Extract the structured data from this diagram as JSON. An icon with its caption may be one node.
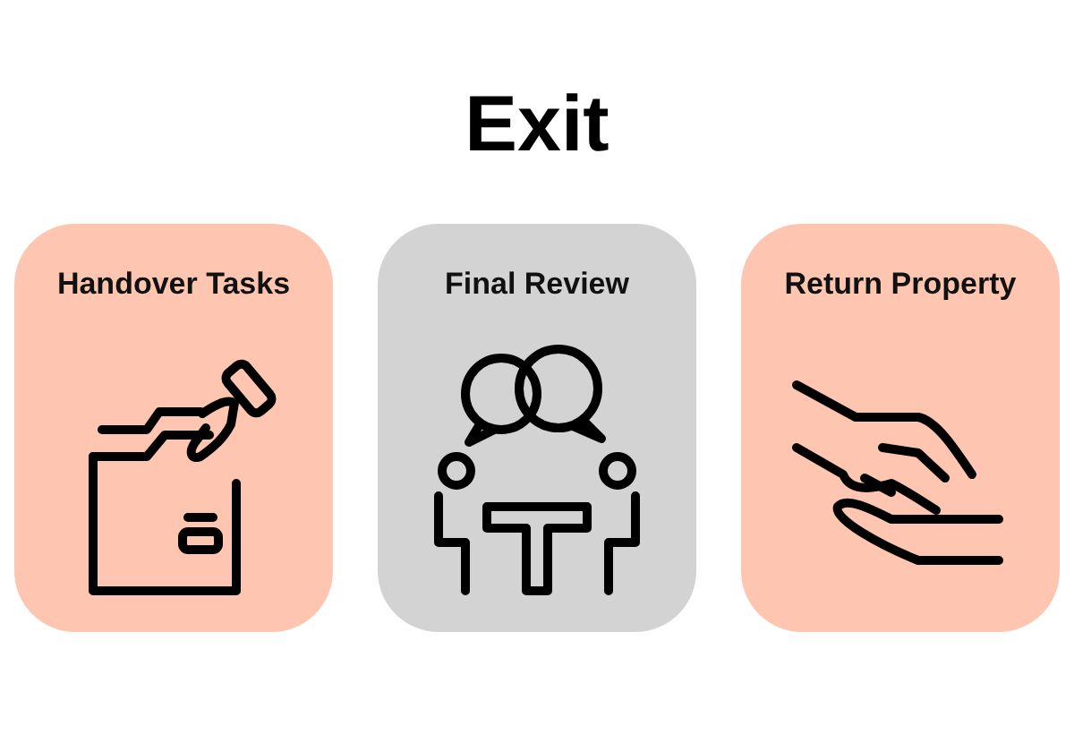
{
  "diagram": {
    "title": "Exit",
    "nodes": [
      {
        "text": [
          "Handover Tasks"
        ]
      },
      {
        "text": [
          "Final Review"
        ]
      },
      {
        "text": [
          "Return Property"
        ]
      }
    ]
  }
}
